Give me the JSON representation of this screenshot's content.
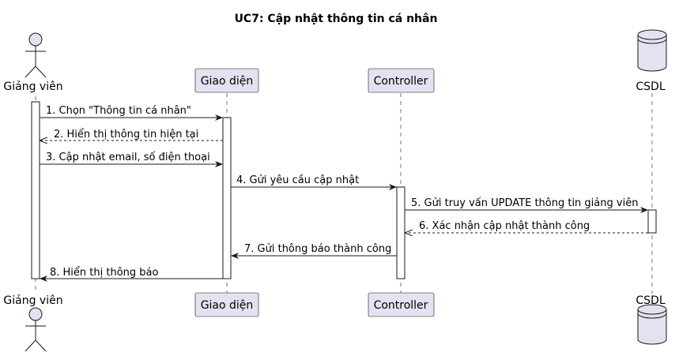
{
  "diagram": {
    "title": "UC7: Cập nhật thông tin cá nhân",
    "participants": {
      "actor": "Giảng viên",
      "ui": "Giao diện",
      "controller": "Controller",
      "db": "CSDL"
    },
    "messages": [
      "1. Chọn \"Thông tin cá nhân\"",
      "2. Hiển thị thông tin hiện tại",
      "3. Cập nhật email, số điện thoại",
      "4. Gửi yêu cầu cập nhật",
      "5. Gửi truy vấn UPDATE thông tin giảng viên",
      "6. Xác nhận cập nhật thành công",
      "7. Gửi thông báo thành công",
      "8. Hiển thị thông báo"
    ]
  }
}
